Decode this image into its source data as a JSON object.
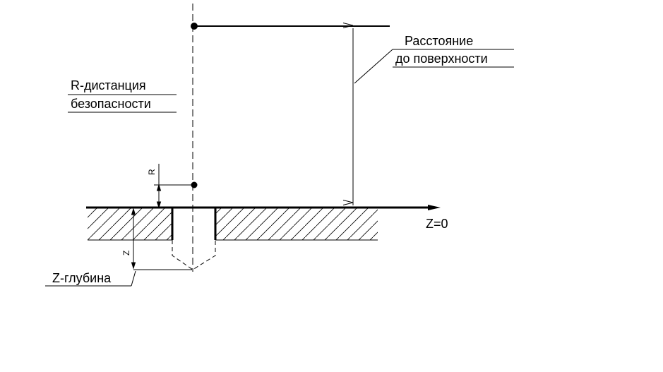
{
  "labels": {
    "surface_distance_line1": "Расстояние",
    "surface_distance_line2": "до поверхности",
    "safety_distance_line1": "R-дистанция",
    "safety_distance_line2": "безопасности",
    "r_dim": "R",
    "z_dim": "Z",
    "z_zero": "Z=0",
    "z_depth": "Z-глубина"
  },
  "colors": {
    "line": "#000000",
    "background": "#ffffff"
  }
}
